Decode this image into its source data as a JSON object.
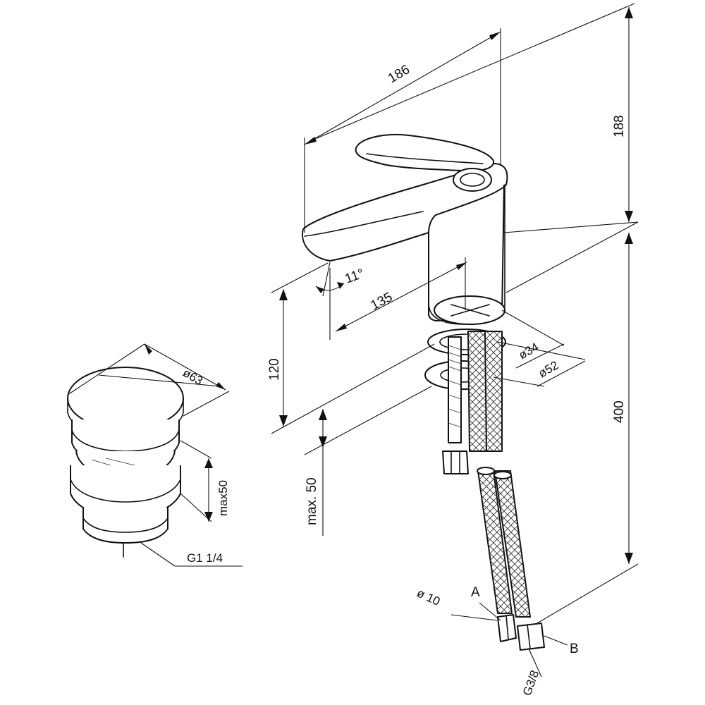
{
  "dimensions": {
    "length": "186",
    "height_top": "188",
    "angle": "11°",
    "reach": "135",
    "spout_height": "120",
    "max_thickness": "max. 50",
    "hose_length": "400",
    "diam_34": "ø34",
    "diam_52": "ø52",
    "hose_diam": "ø 10",
    "thread_hose": "G3/8",
    "drain_diam": "ø63",
    "drain_max": "max50",
    "drain_thread": "G1 1/4"
  },
  "labels": {
    "hose_a": "A",
    "hose_b": "B"
  }
}
